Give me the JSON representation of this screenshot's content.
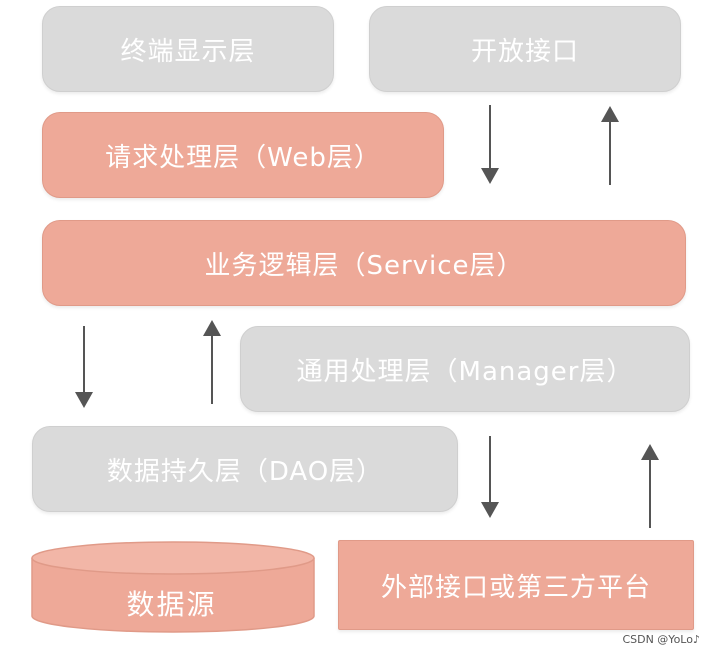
{
  "layers": {
    "terminal": "终端显示层",
    "open_api": "开放接口",
    "web": "请求处理层（Web层）",
    "service": "业务逻辑层（Service层）",
    "manager": "通用处理层（Manager层）",
    "dao": "数据持久层（DAO层）",
    "datasource": "数据源",
    "external": "外部接口或第三方平台"
  },
  "colors": {
    "gray": "#dadada",
    "salmon": "#eea998",
    "arrow": "#555555"
  },
  "watermark": "CSDN @YoLo♪"
}
